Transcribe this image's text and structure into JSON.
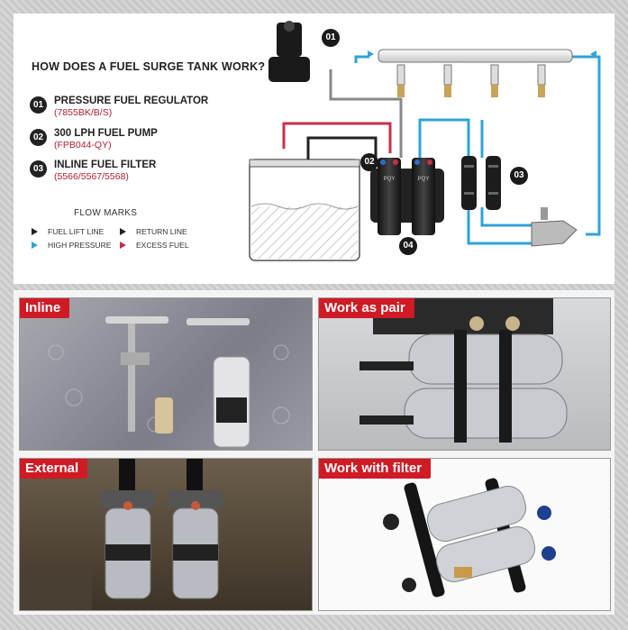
{
  "diagram": {
    "title": "HOW DOES A FUEL SURGE TANK WORK?",
    "items": [
      {
        "num": "01",
        "name": "PRESSURE FUEL REGULATOR",
        "code": "(7855BK/B/S)"
      },
      {
        "num": "02",
        "name": "300 LPH FUEL PUMP",
        "code": "(FPB044-QY)"
      },
      {
        "num": "03",
        "name": "INLINE FUEL FILTER",
        "code": "(5566/5567/5568)"
      }
    ],
    "flow_marks_title": "FLOW MARKS",
    "flow_marks": [
      {
        "label": "FUEL LIFT LINE",
        "color": "#222222"
      },
      {
        "label": "RETURN LINE",
        "color": "#222222"
      },
      {
        "label": "HIGH PRESSURE",
        "color": "#2fa3d8"
      },
      {
        "label": "EXCESS FUEL",
        "color": "#c6304a"
      }
    ],
    "badges": [
      "01",
      "02",
      "03",
      "04"
    ],
    "pump_brand": "PQY"
  },
  "photos": [
    {
      "tag": "Inline"
    },
    {
      "tag": "Work as pair"
    },
    {
      "tag": "External"
    },
    {
      "tag": "Work with filter"
    }
  ],
  "colors": {
    "accent_red": "#d01a24",
    "high_pressure": "#2fa3d8",
    "excess_fuel": "#c6304a"
  }
}
